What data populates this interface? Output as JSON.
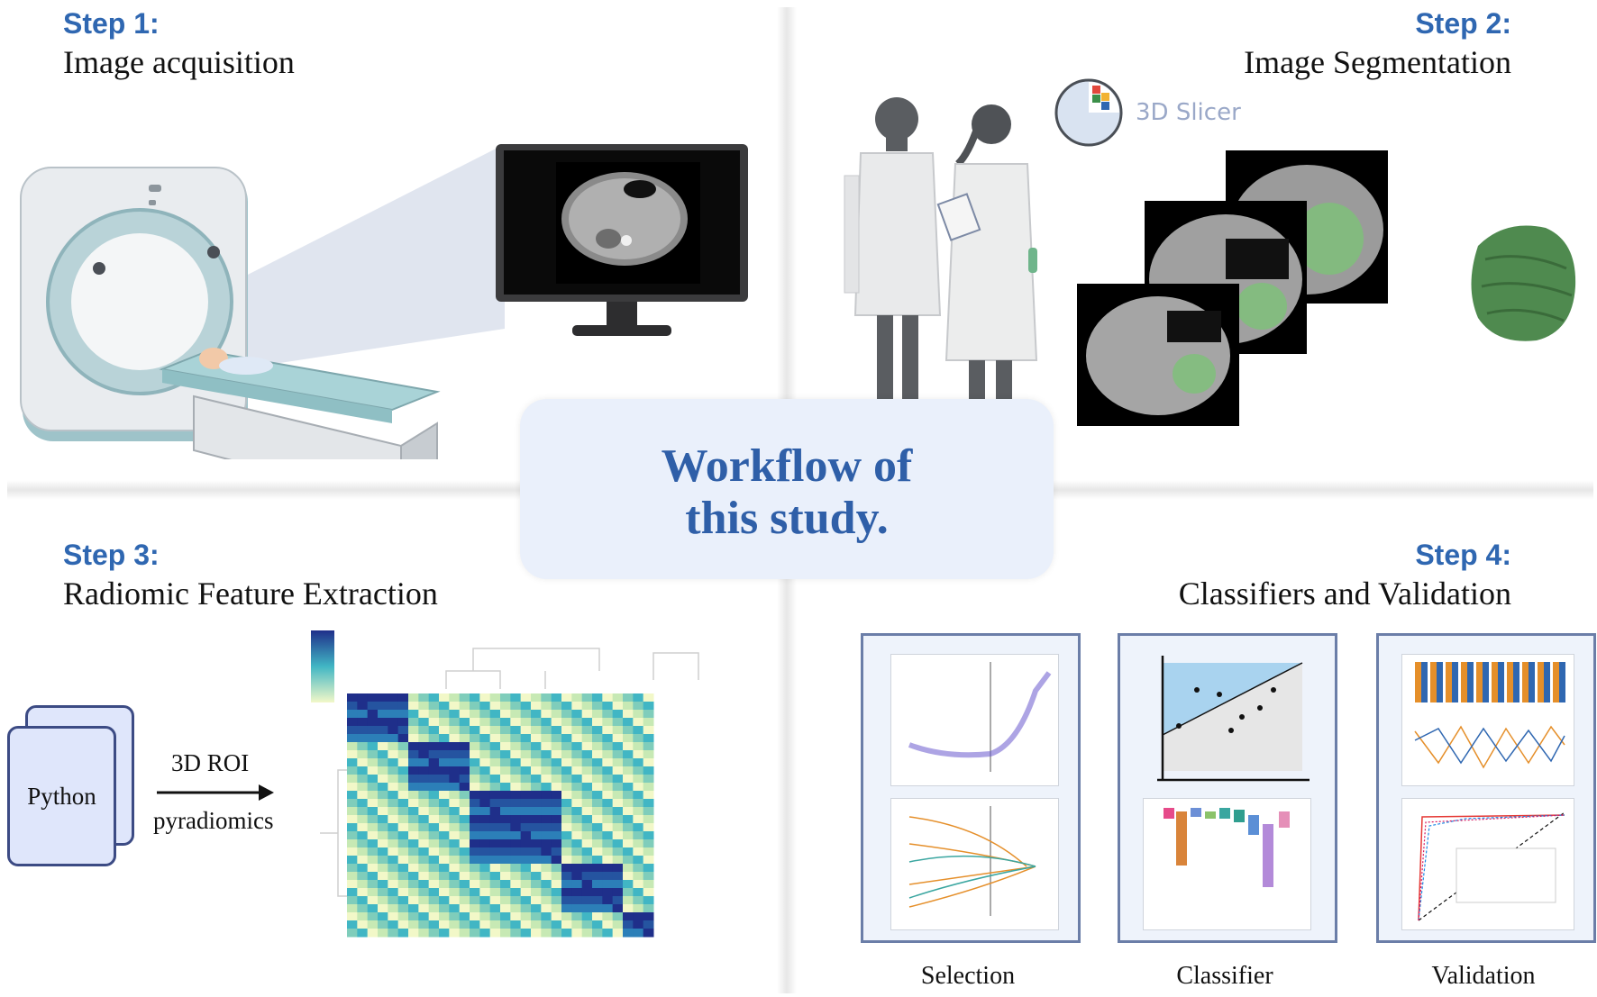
{
  "steps": [
    {
      "number": "Step 1:",
      "title": "Image acquisition"
    },
    {
      "number": "Step 2:",
      "title": "Image Segmentation"
    },
    {
      "number": "Step 3:",
      "title": "Radiomic Feature Extraction"
    },
    {
      "number": "Step 4:",
      "title": "Classifiers and Validation"
    }
  ],
  "center": {
    "line1": "Workflow of",
    "line2": "this study."
  },
  "software": {
    "slicer": "3D Slicer"
  },
  "extraction": {
    "python": "Python",
    "roi": "3D ROI",
    "tool": "pyradiomics"
  },
  "panels": [
    {
      "caption": "Selection"
    },
    {
      "caption": "Classifier"
    },
    {
      "caption": "Validation"
    }
  ],
  "colors": {
    "accent": "#2f67b1",
    "heat_dark": "#1f2f8a",
    "heat_light": "#f2f8c8",
    "mask_green": "#7fbf7a"
  }
}
